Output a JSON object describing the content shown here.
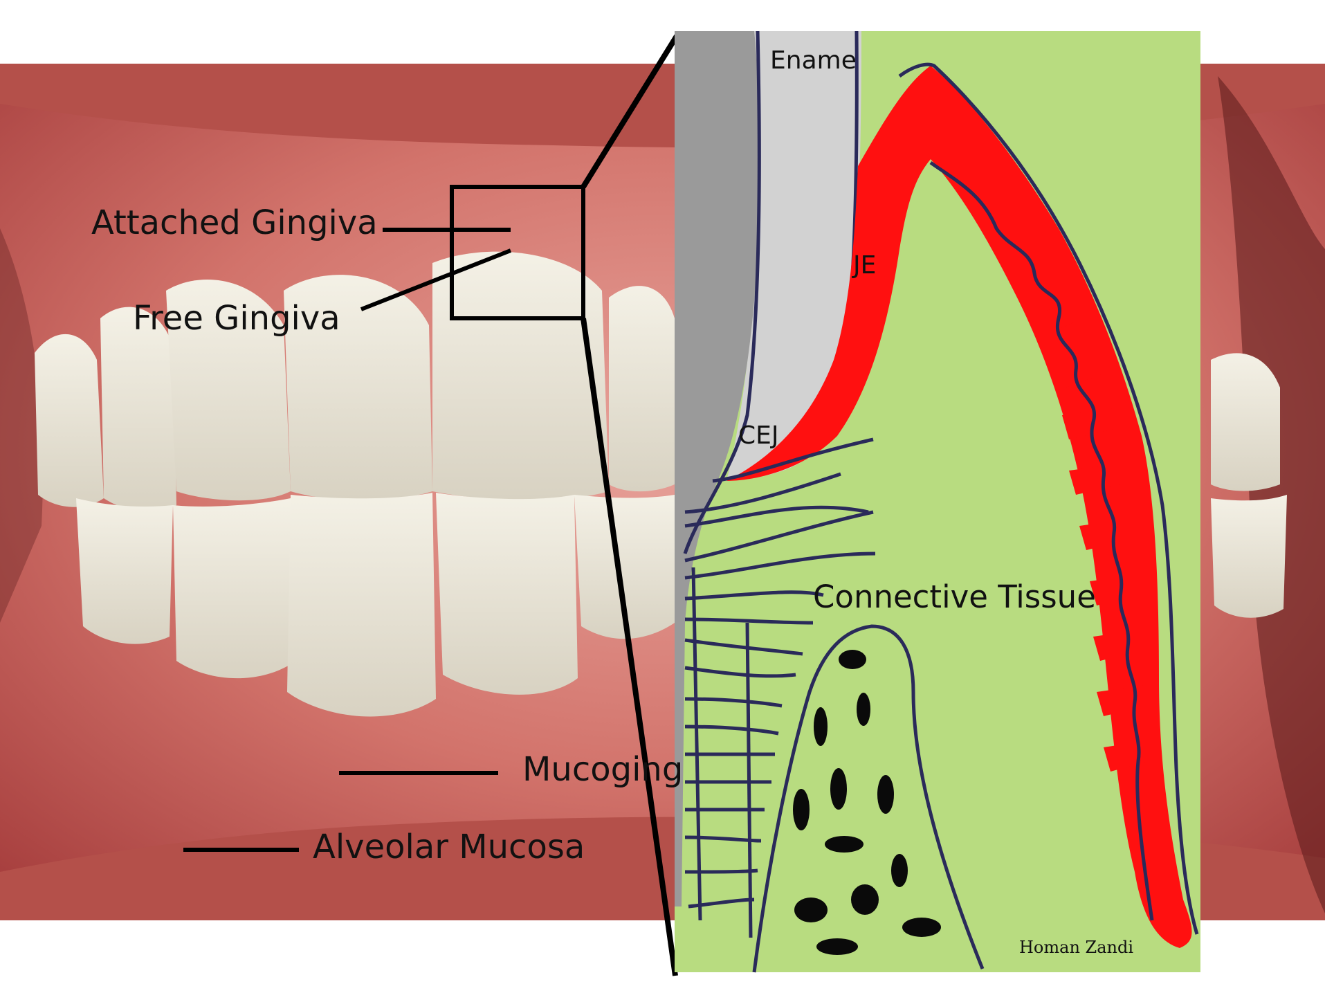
{
  "photo_labels": {
    "attached_gingiva": "Attached Gingiva",
    "free_gingiva": "Free Gingiva",
    "mucogingival": "Mucoging",
    "alveolar_mucosa": "Alveolar Mucosa"
  },
  "inset_labels": {
    "enamel": "Ename",
    "junctional_epithelium": "JE",
    "cej": "CEJ",
    "connective_tissue": "Connective Tissue",
    "credit": "Homan Zandi"
  },
  "colors": {
    "gingiva": "#c9605c",
    "teeth": "#ece8dc",
    "inset_background": "#b8dc80",
    "epithelium": "#ff1010",
    "enamel": "#d2d2d2",
    "root": "#9a9a9a",
    "outline": "#2a2a5a"
  }
}
